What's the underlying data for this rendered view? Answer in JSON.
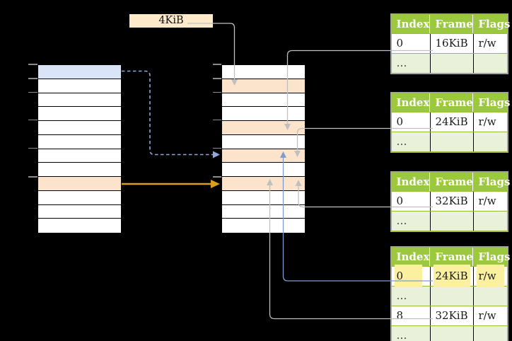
{
  "colors": {
    "background": "#000000",
    "page_blue": "#D9E5F6",
    "page_orange": "#FCE3CB",
    "label_box_fill": "#FCEACA",
    "table_header_green": "#9CC83F",
    "table_row_alt_green": "#EAF1DA",
    "table_border_green": "#94BE36",
    "highlight_yellow": "#FBF0A0",
    "connector_gray": "#BFBFBF",
    "connector_blue": "#7E9CD0",
    "connector_dashed_blue": "#8FA9DC",
    "connector_orange": "#D99E1B"
  },
  "label_4kib": "4KiB",
  "memory": {
    "virtual": {
      "rows": [
        "blue",
        "white",
        "white",
        "white",
        "white",
        "white",
        "white",
        "white",
        "orange",
        "white",
        "white",
        "white"
      ]
    },
    "physical": {
      "rows": [
        "white",
        "orange",
        "white",
        "white",
        "orange",
        "white",
        "orange",
        "white",
        "orange",
        "white",
        "white",
        "white"
      ]
    }
  },
  "page_tables": {
    "columns": [
      "Index",
      "Frame",
      "Flags"
    ],
    "tables": [
      {
        "rows": [
          {
            "cells": [
              "0",
              "16KiB",
              "r/w"
            ],
            "highlight": "false"
          },
          {
            "cells": [
              "…",
              "",
              ""
            ],
            "highlight": "false"
          }
        ]
      },
      {
        "rows": [
          {
            "cells": [
              "0",
              "24KiB",
              "r/w"
            ],
            "highlight": "false"
          },
          {
            "cells": [
              "…",
              "",
              ""
            ],
            "highlight": "false"
          }
        ]
      },
      {
        "rows": [
          {
            "cells": [
              "0",
              "32KiB",
              "r/w"
            ],
            "highlight": "false"
          },
          {
            "cells": [
              "…",
              "",
              ""
            ],
            "highlight": "false"
          }
        ]
      },
      {
        "rows": [
          {
            "cells": [
              "0",
              "24KiB",
              "r/w"
            ],
            "highlight": "true"
          },
          {
            "cells": [
              "…",
              "",
              ""
            ],
            "highlight": "false"
          },
          {
            "cells": [
              "8",
              "32KiB",
              "r/w"
            ],
            "highlight": "false"
          },
          {
            "cells": [
              "…",
              "",
              ""
            ],
            "highlight": "false"
          }
        ]
      }
    ]
  }
}
